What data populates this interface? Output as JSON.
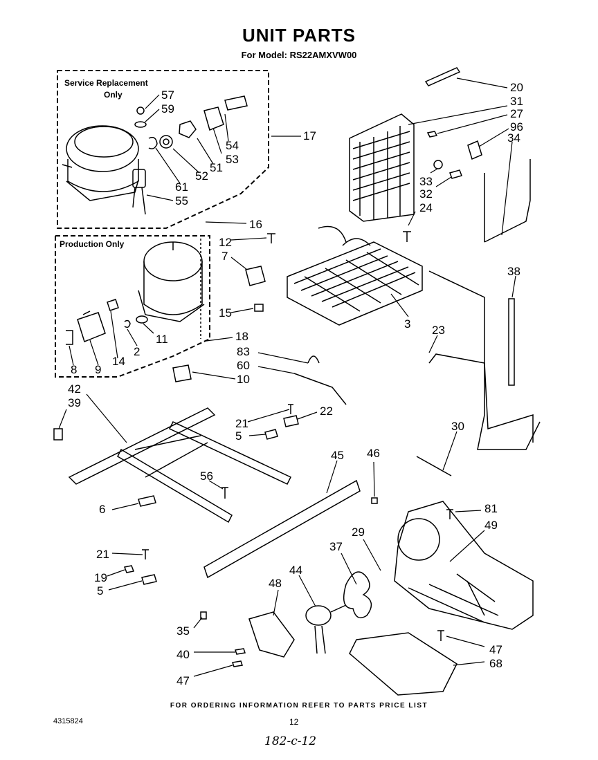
{
  "header": {
    "title": "UNIT PARTS",
    "model": "For Model: RS22AMXVW00"
  },
  "boxes": {
    "service": {
      "line1": "Service Replacement",
      "line2": "Only"
    },
    "production": "Production Only"
  },
  "callouts": [
    "20",
    "31",
    "27",
    "96",
    "34",
    "33",
    "32",
    "24",
    "38",
    "3",
    "23",
    "30",
    "57",
    "59",
    "54",
    "53",
    "17",
    "52",
    "51",
    "61",
    "55",
    "16",
    "12",
    "7",
    "15",
    "18",
    "11",
    "2",
    "14",
    "9",
    "8",
    "83",
    "60",
    "10",
    "42",
    "39",
    "21",
    "22",
    "5",
    "45",
    "46",
    "56",
    "6",
    "81",
    "49",
    "29",
    "37",
    "44",
    "48",
    "21",
    "19",
    "5",
    "35",
    "40",
    "47",
    "47",
    "68"
  ],
  "footer": {
    "ordering_note": "FOR ORDERING INFORMATION REFER TO PARTS PRICE LIST",
    "doc_number": "4315824",
    "page": "12",
    "handwritten": "182-c-12"
  }
}
